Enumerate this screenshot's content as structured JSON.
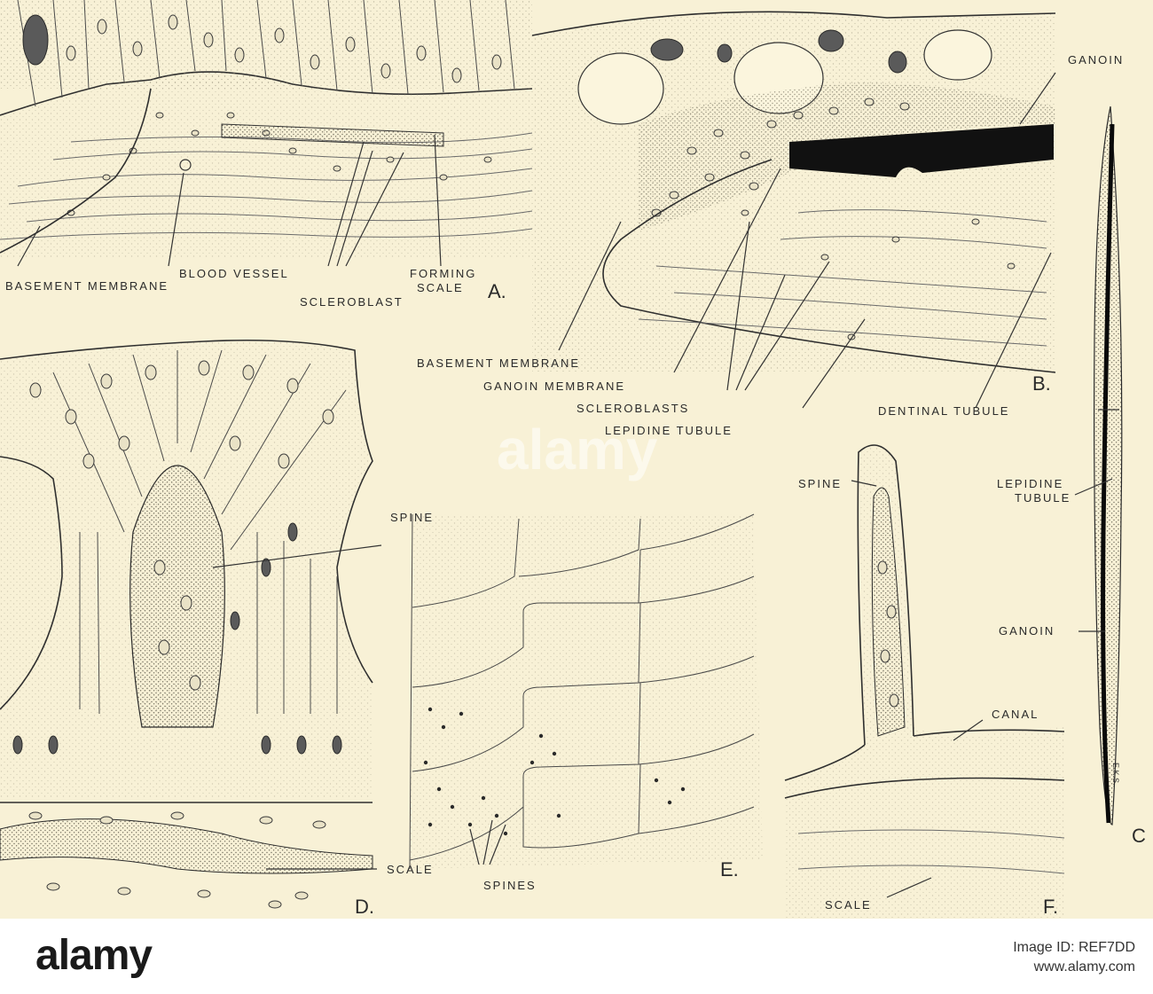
{
  "labels": {
    "a_basement_membrane": "BASEMENT MEMBRANE",
    "a_blood_vessel": "BLOOD VESSEL",
    "a_scleroblast": "SCLEROBLAST",
    "a_forming": "FORMING",
    "a_scale": "SCALE",
    "b_ganoin": "GANOIN",
    "b_basement_membrane": "BASEMENT MEMBRANE",
    "b_ganoin_membrane": "GANOIN MEMBRANE",
    "b_scleroblasts": "SCLEROBLASTS",
    "b_lepidine_tubule": "LEPIDINE TUBULE",
    "c_dentinal_tubule": "DENTINAL TUBULE",
    "c_lepidine": "LEPIDINE",
    "c_tubule": "TUBULE",
    "c_ganoin": "GANOIN",
    "c_signature": "E.K.S.",
    "d_spine": "SPINE",
    "d_scale": "SCALE",
    "e_spines": "SPINES",
    "f_spine": "SPINE",
    "f_canal": "CANAL",
    "f_scale": "SCALE"
  },
  "panels": {
    "a": "A.",
    "b": "B.",
    "c": "C",
    "d": "D.",
    "e": "E.",
    "f": "F."
  },
  "watermark": {
    "logo": "alamy",
    "image_id_label": "Image ID: REF7DD",
    "site": "www.alamy.com",
    "overlay": "alamy"
  }
}
